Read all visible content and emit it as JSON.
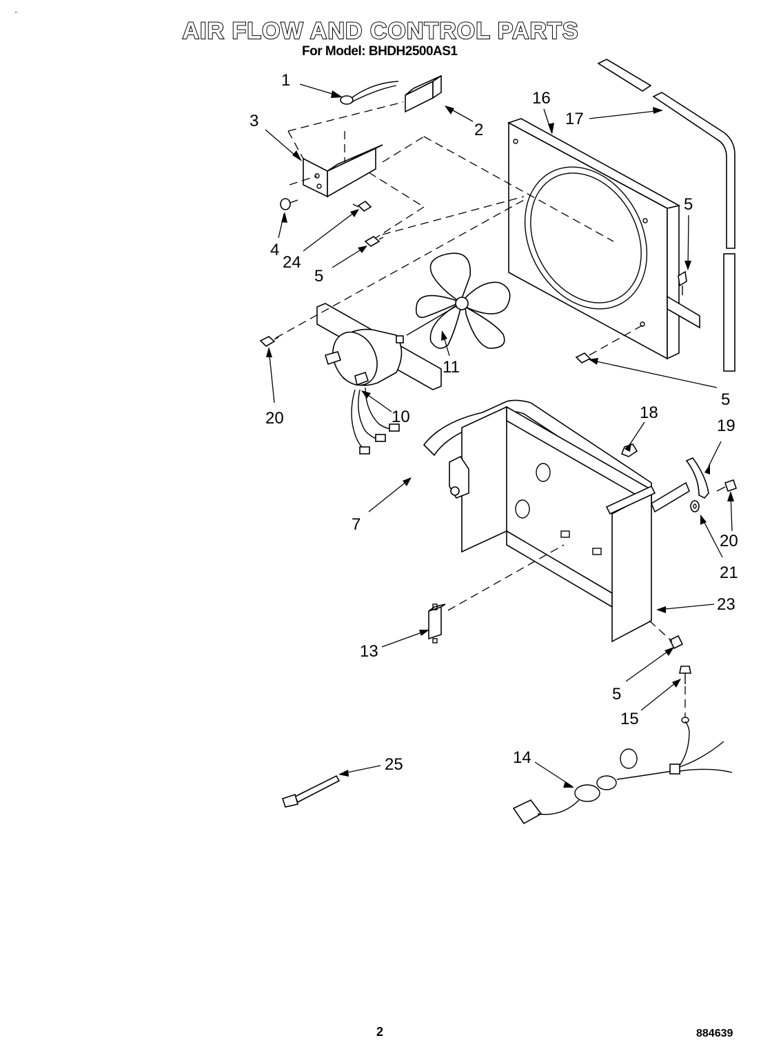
{
  "header": {
    "title": "AIR FLOW AND CONTROL PARTS",
    "subtitle": "For Model: BHDH2500AS1",
    "corner_mark": "\""
  },
  "footer": {
    "page_number": "2",
    "document_number": "884639"
  },
  "callouts": {
    "c1": "1",
    "c2": "2",
    "c3": "3",
    "c4": "4",
    "c24": "24",
    "c5a": "5",
    "c5b": "5",
    "c5c": "5",
    "c5d": "5",
    "c16": "16",
    "c17": "17",
    "c11": "11",
    "c10": "10",
    "c20a": "20",
    "c7": "7",
    "c18": "18",
    "c19": "19",
    "c20b": "20",
    "c21": "21",
    "c23": "23",
    "c13": "13",
    "c15": "15",
    "c14": "14",
    "c25": "25"
  }
}
